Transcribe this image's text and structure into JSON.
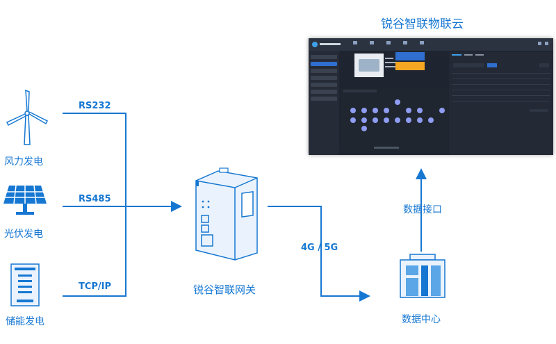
{
  "diagram": {
    "cloud_title": "锐谷智联物联云",
    "sources": [
      "风力发电",
      "光伏发电",
      "储能发电"
    ],
    "protocols": [
      "RS232",
      "RS485",
      "TCP/IP"
    ],
    "gateway_label": "锐谷智联网关",
    "network_label": "4G / 5G",
    "datacenter_label": "数据中心",
    "interface_label": "数据接口"
  },
  "colors": {
    "accent": "#1677d2",
    "dashboard_bg": "#1f2530",
    "dashboard_orange": "#f5a623",
    "dashboard_blue": "#2f6fd0"
  },
  "icons": [
    "wind-turbine-icon",
    "solar-panel-icon",
    "energy-storage-icon",
    "gateway-device-icon",
    "data-center-icon"
  ]
}
